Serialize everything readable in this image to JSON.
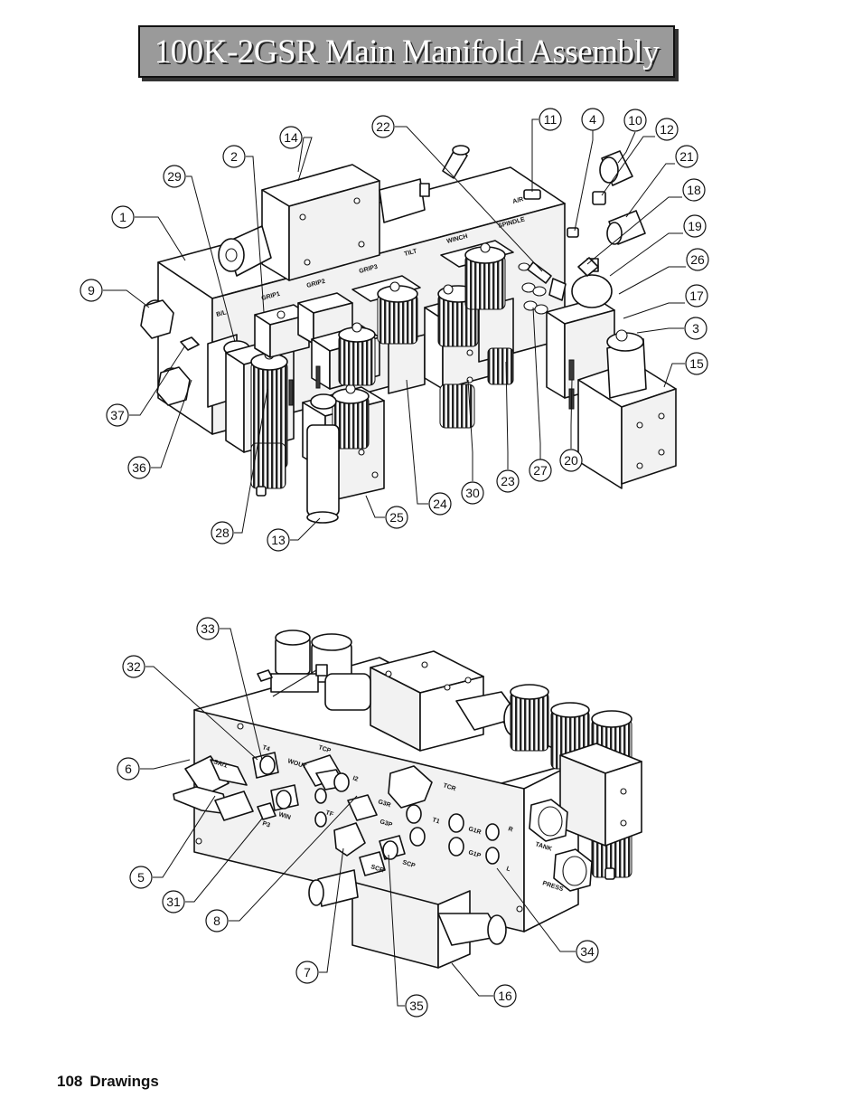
{
  "title": "100K-2GSR Main Manifold Assembly",
  "footer": {
    "page_number": "108",
    "section": "Drawings"
  },
  "upper_stamps": [
    "B/L",
    "GRIP1",
    "GRIP2",
    "GRIP3",
    "TILT",
    "WINCH",
    "SPINDLE",
    "A/R"
  ],
  "lower_stamps": [
    "SA/1",
    "T4",
    "WOUT",
    "TCP",
    "I2",
    "P3",
    "WIN",
    "TF",
    "G3R",
    "G3P",
    "TCR",
    "T1",
    "G1R",
    "G1P",
    "R",
    "L",
    "SCP",
    "SCR",
    "TANK",
    "PRESS"
  ],
  "upper_callouts": [
    "1",
    "2",
    "9",
    "14",
    "29",
    "22",
    "11",
    "4",
    "10",
    "12",
    "21",
    "18",
    "19",
    "26",
    "17",
    "3",
    "15",
    "20",
    "27",
    "23",
    "30",
    "24",
    "25",
    "13",
    "28",
    "36",
    "37"
  ],
  "lower_callouts": [
    "33",
    "32",
    "6",
    "5",
    "31",
    "8",
    "7",
    "35",
    "16",
    "34"
  ]
}
